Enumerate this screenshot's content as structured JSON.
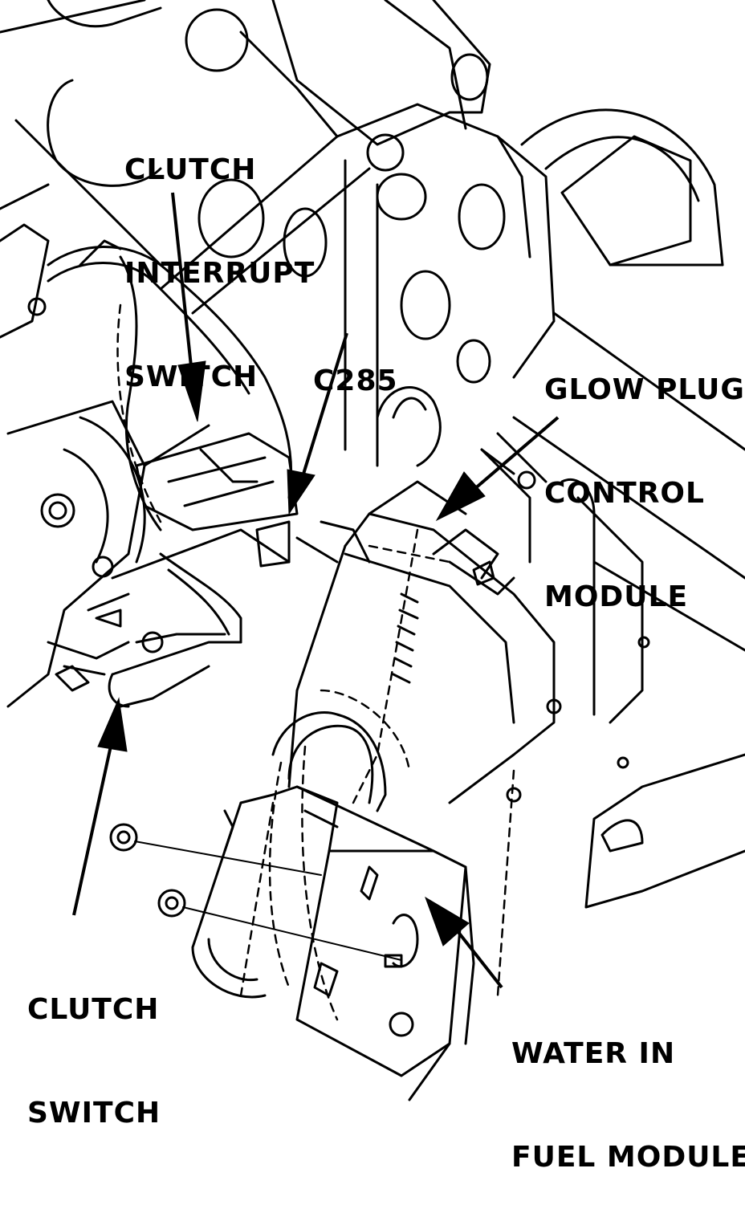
{
  "labels": {
    "clutch_interrupt_switch": [
      "CLUTCH",
      "INTERRUPT",
      "SWITCH"
    ],
    "connector": "C285",
    "glow_plug_control_module": [
      "GLOW PLUG",
      "CONTROL",
      "MODULE"
    ],
    "clutch_switch": [
      "CLUTCH",
      "SWITCH"
    ],
    "water_in_fuel_module": [
      "WATER IN",
      "FUEL MODULE"
    ]
  },
  "colors": {
    "ink": "#000000",
    "paper": "#ffffff"
  }
}
